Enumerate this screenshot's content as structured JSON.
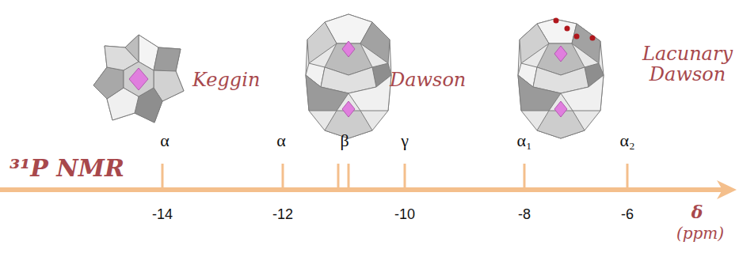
{
  "diagram": {
    "labels": [
      "Keggin",
      "Dawson",
      "Lacunary Dawson",
      "α",
      "α",
      "β",
      "γ",
      "α₁",
      "α₂",
      "³¹P NMR",
      "-14",
      "-12",
      "-10",
      "-8",
      "-6",
      "δ",
      "(ppm)"
    ]
  }
}
